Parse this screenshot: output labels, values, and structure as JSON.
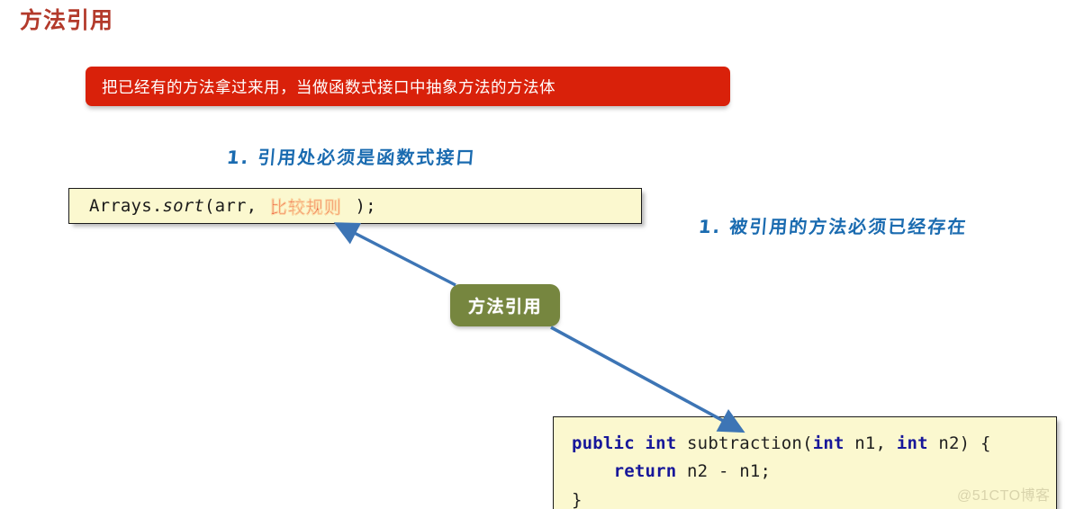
{
  "slide": {
    "title": "方法引用",
    "title_color": "#b33a2b",
    "background": "#ffffff"
  },
  "banner": {
    "text": "把已经有的方法拿过来用，当做函数式接口中抽象方法的方法体",
    "bg_color": "#d9210a",
    "text_color": "#ffffff"
  },
  "notes": [
    {
      "text": "1. 引用处必须是函数式接口",
      "color": "#1a6bb0"
    },
    {
      "text": "1. 被引用的方法必须已经存在",
      "color": "#1a6bb0"
    }
  ],
  "code_sort": {
    "prefix": "Arrays.",
    "method": "sort",
    "open": "(arr, ",
    "highlight": "比较规则",
    "highlight_color": "#e3130b",
    "close": " );",
    "bg_color": "#fbf8cf"
  },
  "badge": {
    "label": "方法引用",
    "bg_color": "#76863f",
    "text_color": "#ffffff"
  },
  "code_method": {
    "line1": {
      "kw1": "public",
      "kw2": "int",
      "name": " subtraction(",
      "kw3": "int",
      "arg1": " n1, ",
      "kw4": "int",
      "arg2": " n2) {"
    },
    "line2": {
      "indent": "    ",
      "kw": "return",
      "expr": " n2 - n1;"
    },
    "line3": "}",
    "keyword_color": "#17179a",
    "bg_color": "#fbf8cf"
  },
  "arrows": {
    "color": "#3d75b5",
    "arrow1": {
      "from": "比较规则",
      "to": "方法引用",
      "points": "x1=505 y1=316 x2=376 y2=250"
    },
    "arrow2": {
      "from": "方法引用",
      "to": "subtraction方法",
      "points": "x1=612 y1=364 x2=820 y2=478"
    }
  },
  "watermark": {
    "text": "@51CTO博客",
    "color": "#d9d4ac"
  }
}
